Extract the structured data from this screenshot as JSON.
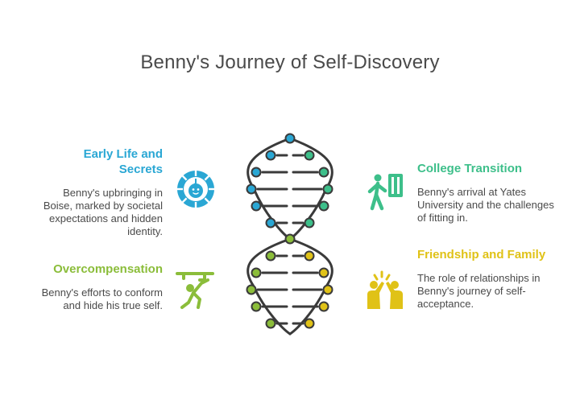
{
  "title": "Benny's Journey of Self-Discovery",
  "colors": {
    "blue": "#2aa7d4",
    "green": "#3dbf8a",
    "lime": "#8bbd3a",
    "yellow": "#e0c217",
    "dark": "#3a3a3a"
  },
  "stages": [
    {
      "heading": "Early Life and Secrets",
      "description": "Benny's upbringing in Boise, marked by societal expectations and hidden identity.",
      "icon": "dial-face-icon"
    },
    {
      "heading": "College Transition",
      "description": "Benny's arrival at Yates University and the challenges of fitting in.",
      "icon": "walking-to-door-icon"
    },
    {
      "heading": "Overcompensation",
      "description": "Benny's efforts to conform and hide his true self.",
      "icon": "climbing-person-icon"
    },
    {
      "heading": "Friendship and Family",
      "description": "The role of relationships in Benny's journey of self-acceptance.",
      "icon": "high-five-icon"
    }
  ]
}
